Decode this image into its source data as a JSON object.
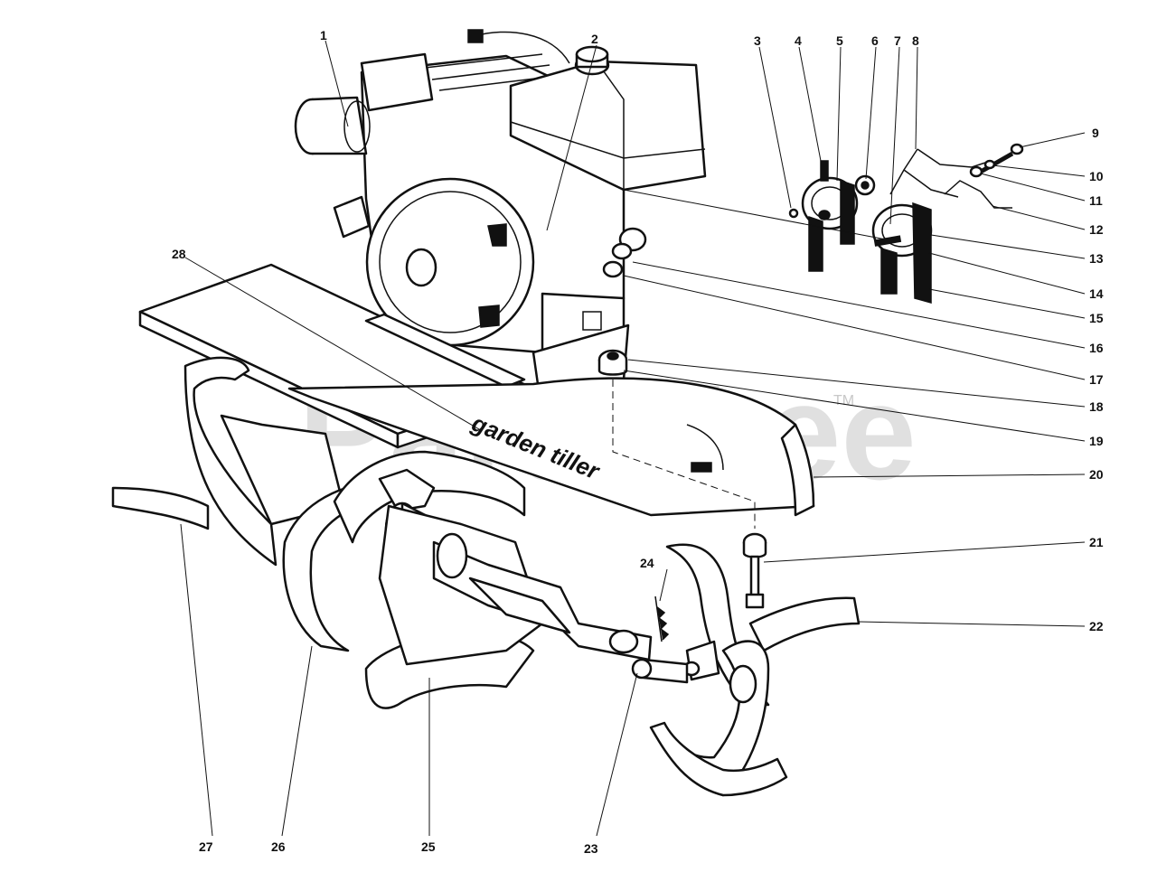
{
  "watermark": {
    "text": "PartsTree",
    "tm": "TM"
  },
  "deck_label": "garden tiller",
  "callouts": [
    {
      "id": "1",
      "label": "1"
    },
    {
      "id": "2",
      "label": "2"
    },
    {
      "id": "3",
      "label": "3"
    },
    {
      "id": "4",
      "label": "4"
    },
    {
      "id": "5",
      "label": "5"
    },
    {
      "id": "6",
      "label": "6"
    },
    {
      "id": "7",
      "label": "7"
    },
    {
      "id": "8",
      "label": "8"
    },
    {
      "id": "9",
      "label": "9"
    },
    {
      "id": "10",
      "label": "10"
    },
    {
      "id": "11",
      "label": "11"
    },
    {
      "id": "12",
      "label": "12"
    },
    {
      "id": "13",
      "label": "13"
    },
    {
      "id": "14",
      "label": "14"
    },
    {
      "id": "15",
      "label": "15"
    },
    {
      "id": "16",
      "label": "16"
    },
    {
      "id": "17",
      "label": "17"
    },
    {
      "id": "18",
      "label": "18"
    },
    {
      "id": "19",
      "label": "19"
    },
    {
      "id": "20",
      "label": "20"
    },
    {
      "id": "21",
      "label": "21"
    },
    {
      "id": "22",
      "label": "22"
    },
    {
      "id": "23",
      "label": "23"
    },
    {
      "id": "24",
      "label": "24"
    },
    {
      "id": "25",
      "label": "25"
    },
    {
      "id": "26",
      "label": "26"
    },
    {
      "id": "27",
      "label": "27"
    },
    {
      "id": "28",
      "label": "28"
    }
  ]
}
